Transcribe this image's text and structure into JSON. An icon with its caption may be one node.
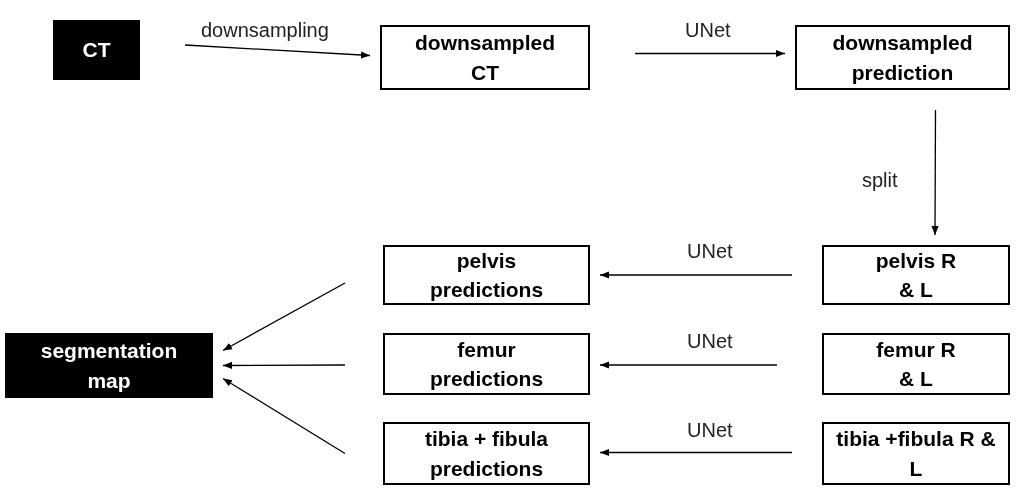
{
  "diagram": {
    "nodes": [
      {
        "text": [
          "CT"
        ]
      },
      {
        "text": [
          "downsampled CT"
        ]
      },
      {
        "text": [
          "downsampled prediction"
        ]
      },
      {
        "text": [
          "pelvis predictions"
        ]
      },
      {
        "text": [
          "pelvis R & L"
        ]
      },
      {
        "text": [
          "femur predictions"
        ]
      },
      {
        "text": [
          "femur R & L"
        ]
      },
      {
        "text": [
          "tibia + fibula predictions"
        ]
      },
      {
        "text": [
          "tibia +fibula R & L"
        ]
      },
      {
        "text": [
          "segmentation map"
        ]
      }
    ],
    "edges": [
      {
        "from": 0,
        "to": 1,
        "arrow": "to",
        "label": "downsampling"
      },
      {
        "from": 1,
        "to": 2,
        "arrow": "to",
        "label": "UNet"
      },
      {
        "from": 2,
        "to": 4,
        "arrow": "to",
        "label": "split"
      },
      {
        "from": 4,
        "to": 3,
        "arrow": "to",
        "label": "UNet"
      },
      {
        "from": 6,
        "to": 5,
        "arrow": "to",
        "label": "UNet"
      },
      {
        "from": 8,
        "to": 7,
        "arrow": "to",
        "label": "UNet"
      },
      {
        "from": 3,
        "to": 9,
        "arrow": "to"
      },
      {
        "from": 5,
        "to": 9,
        "arrow": "to"
      },
      {
        "from": 7,
        "to": 9,
        "arrow": "to"
      }
    ]
  }
}
